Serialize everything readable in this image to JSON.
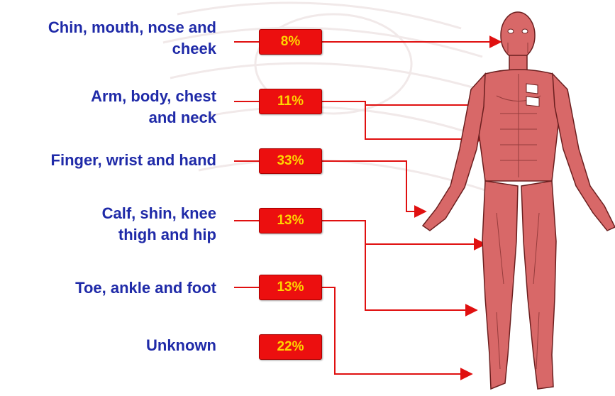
{
  "colors": {
    "label": "#1f2aa8",
    "badge_fill": "#ec0f0f",
    "badge_text": "#ffd400",
    "arrow": "#e01010",
    "muscle": "#c84a4a"
  },
  "regions": [
    {
      "label_lines": [
        "Chin, mouth, nose and",
        "cheek"
      ],
      "percent": "8%"
    },
    {
      "label_lines": [
        "Arm, body, chest",
        "and neck"
      ],
      "percent": "11%"
    },
    {
      "label_lines": [
        "Finger, wrist and hand"
      ],
      "percent": "33%"
    },
    {
      "label_lines": [
        "Calf, shin, knee",
        "thigh and hip"
      ],
      "percent": "13%"
    },
    {
      "label_lines": [
        "Toe, ankle and foot"
      ],
      "percent": "13%"
    },
    {
      "label_lines": [
        "Unknown"
      ],
      "percent": "22%"
    }
  ]
}
